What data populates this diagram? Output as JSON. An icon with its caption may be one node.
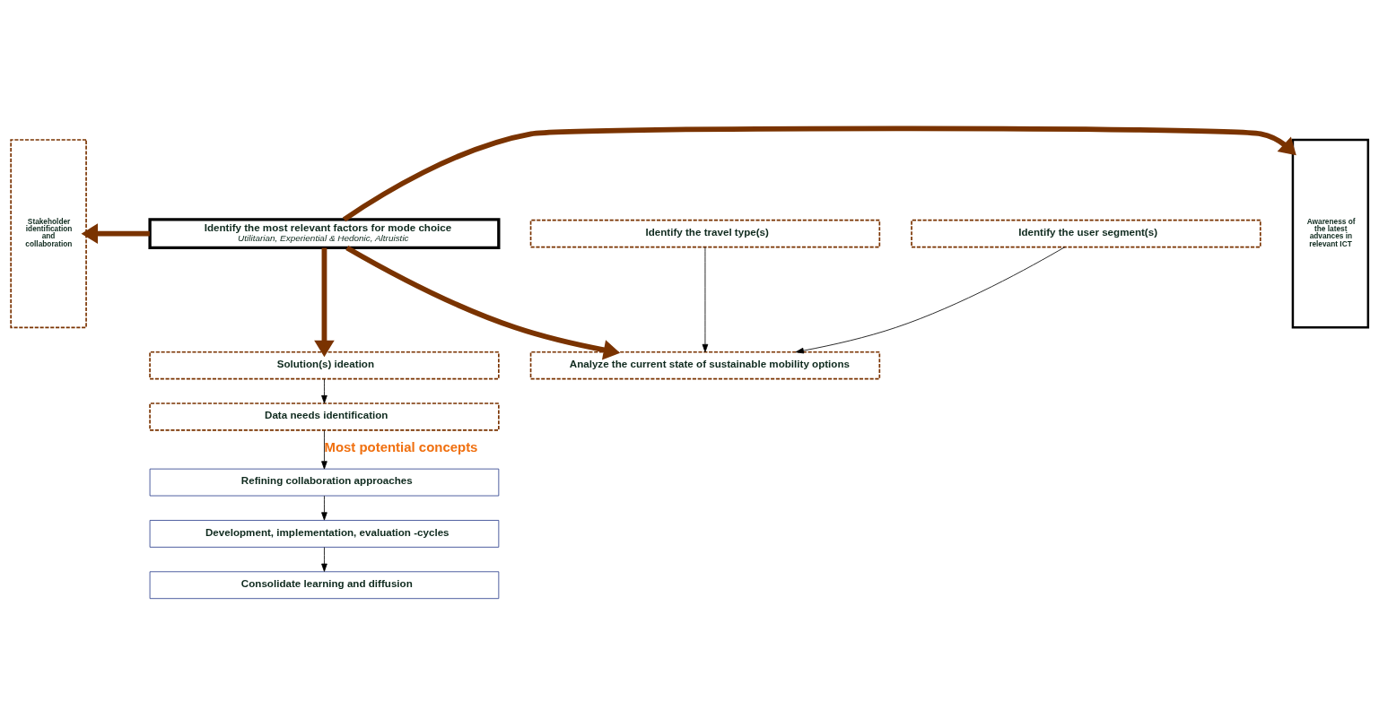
{
  "diagram": {
    "nodes": [
      {
        "text": [
          "Stakeholder identification and collaboration"
        ]
      },
      {
        "text": [
          "Identify the travel type(s)"
        ]
      },
      {
        "text": [
          "Identify the user segment(s)"
        ]
      },
      {
        "text": [
          "Analyze the current state of sustainable mobility options"
        ]
      },
      {
        "text": [
          "Identify the most relevant factors for mode choice",
          "Utilitarian, Experiential & Hedonic, Altruistic"
        ]
      },
      {
        "text": [
          "Solution(s) ideation"
        ]
      },
      {
        "text": [
          "Data needs identification"
        ]
      },
      {
        "text": [
          "Refining collaboration approaches"
        ]
      },
      {
        "text": [
          "Development, implementation, evaluation -cycles"
        ]
      },
      {
        "text": [
          "Consolidate learning and diffusion"
        ]
      },
      {
        "text": [
          "Awareness of the latest advances in relevant ICT"
        ]
      }
    ],
    "edges": [
      {
        "from": 1,
        "to": 3,
        "arrow": "to"
      },
      {
        "from": 2,
        "to": 3,
        "arrow": "to"
      },
      {
        "from": 4,
        "to": 3,
        "arrow": "to",
        "style": "thick",
        "color": "#7a3300"
      },
      {
        "from": 4,
        "to": 0,
        "arrow": "to",
        "style": "thick",
        "color": "#7a3300"
      },
      {
        "from": 4,
        "to": 10,
        "arrow": "to",
        "style": "thick",
        "color": "#7a3300"
      },
      {
        "from": 4,
        "to": 5,
        "arrow": "to",
        "style": "thick",
        "color": "#7a3300"
      },
      {
        "from": 5,
        "to": 6,
        "arrow": "to"
      },
      {
        "from": 6,
        "to": 7,
        "arrow": "to",
        "label": "Most potential concepts"
      },
      {
        "from": 7,
        "to": 8,
        "arrow": "to"
      },
      {
        "from": 8,
        "to": 9,
        "arrow": "to"
      }
    ]
  }
}
